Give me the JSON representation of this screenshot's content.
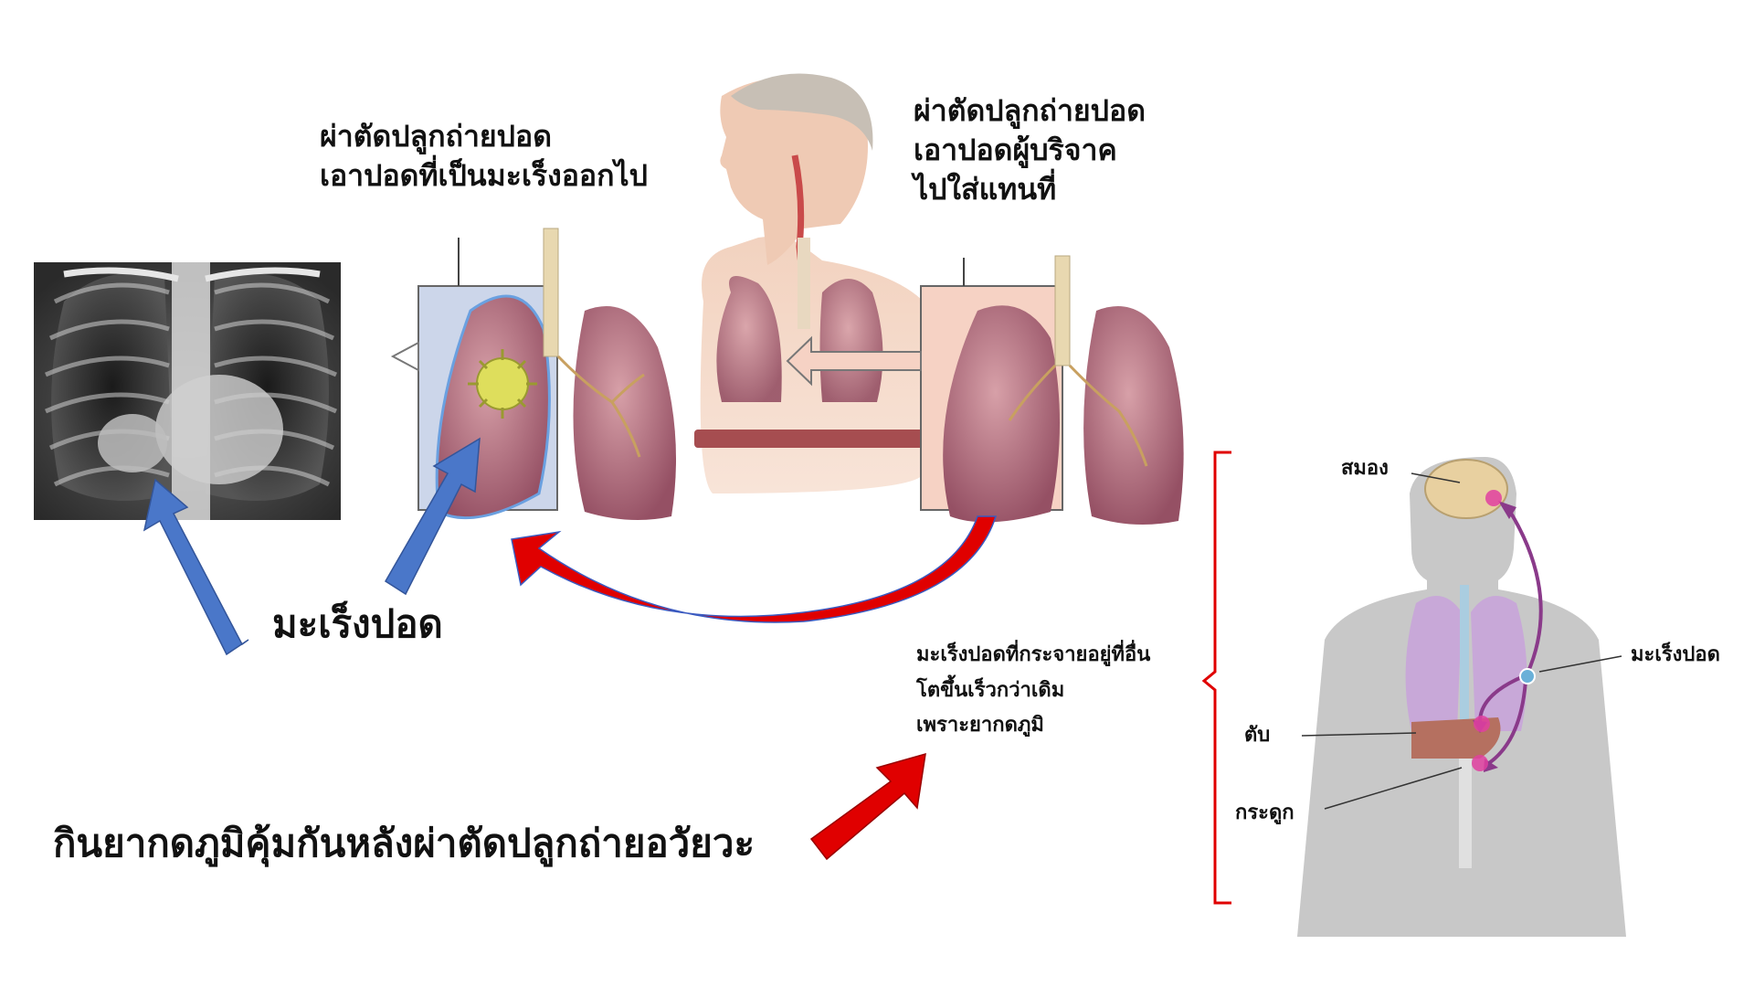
{
  "labels": {
    "removal_line1": "ผ่าตัดปลูกถ่ายปอด",
    "removal_line2": "เอาปอดที่เป็นมะเร็งออกไป",
    "donor_line1": "ผ่าตัดปลูกถ่ายปอด",
    "donor_line2": "เอาปอดผู้บริจาค",
    "donor_line3": "ไปใส่แทนที่",
    "lung_cancer_big": "มะเร็งปอด",
    "bottom_caption": "กินยากดภูมิคุ้มกันหลังผ่าตัดปลูกถ่ายอวัยวะ",
    "spread_line1": "มะเร็งปอดที่กระจายอยู่ที่อื่น",
    "spread_line2": "โตขึ้นเร็วกว่าเดิม",
    "spread_line3": "เพราะยากดภูมิ"
  },
  "body_figure": {
    "brain": "สมอง",
    "lung_cancer": "มะเร็งปอด",
    "liver": "ตับ",
    "bone": "กระดูก"
  },
  "colors": {
    "blue_arrow": "#4a77c9",
    "red_arrow": "#e00000",
    "bracket": "#e00000",
    "lung": "#b86878",
    "tumor": "#d8d85a",
    "metastasis": "#e040a0"
  }
}
